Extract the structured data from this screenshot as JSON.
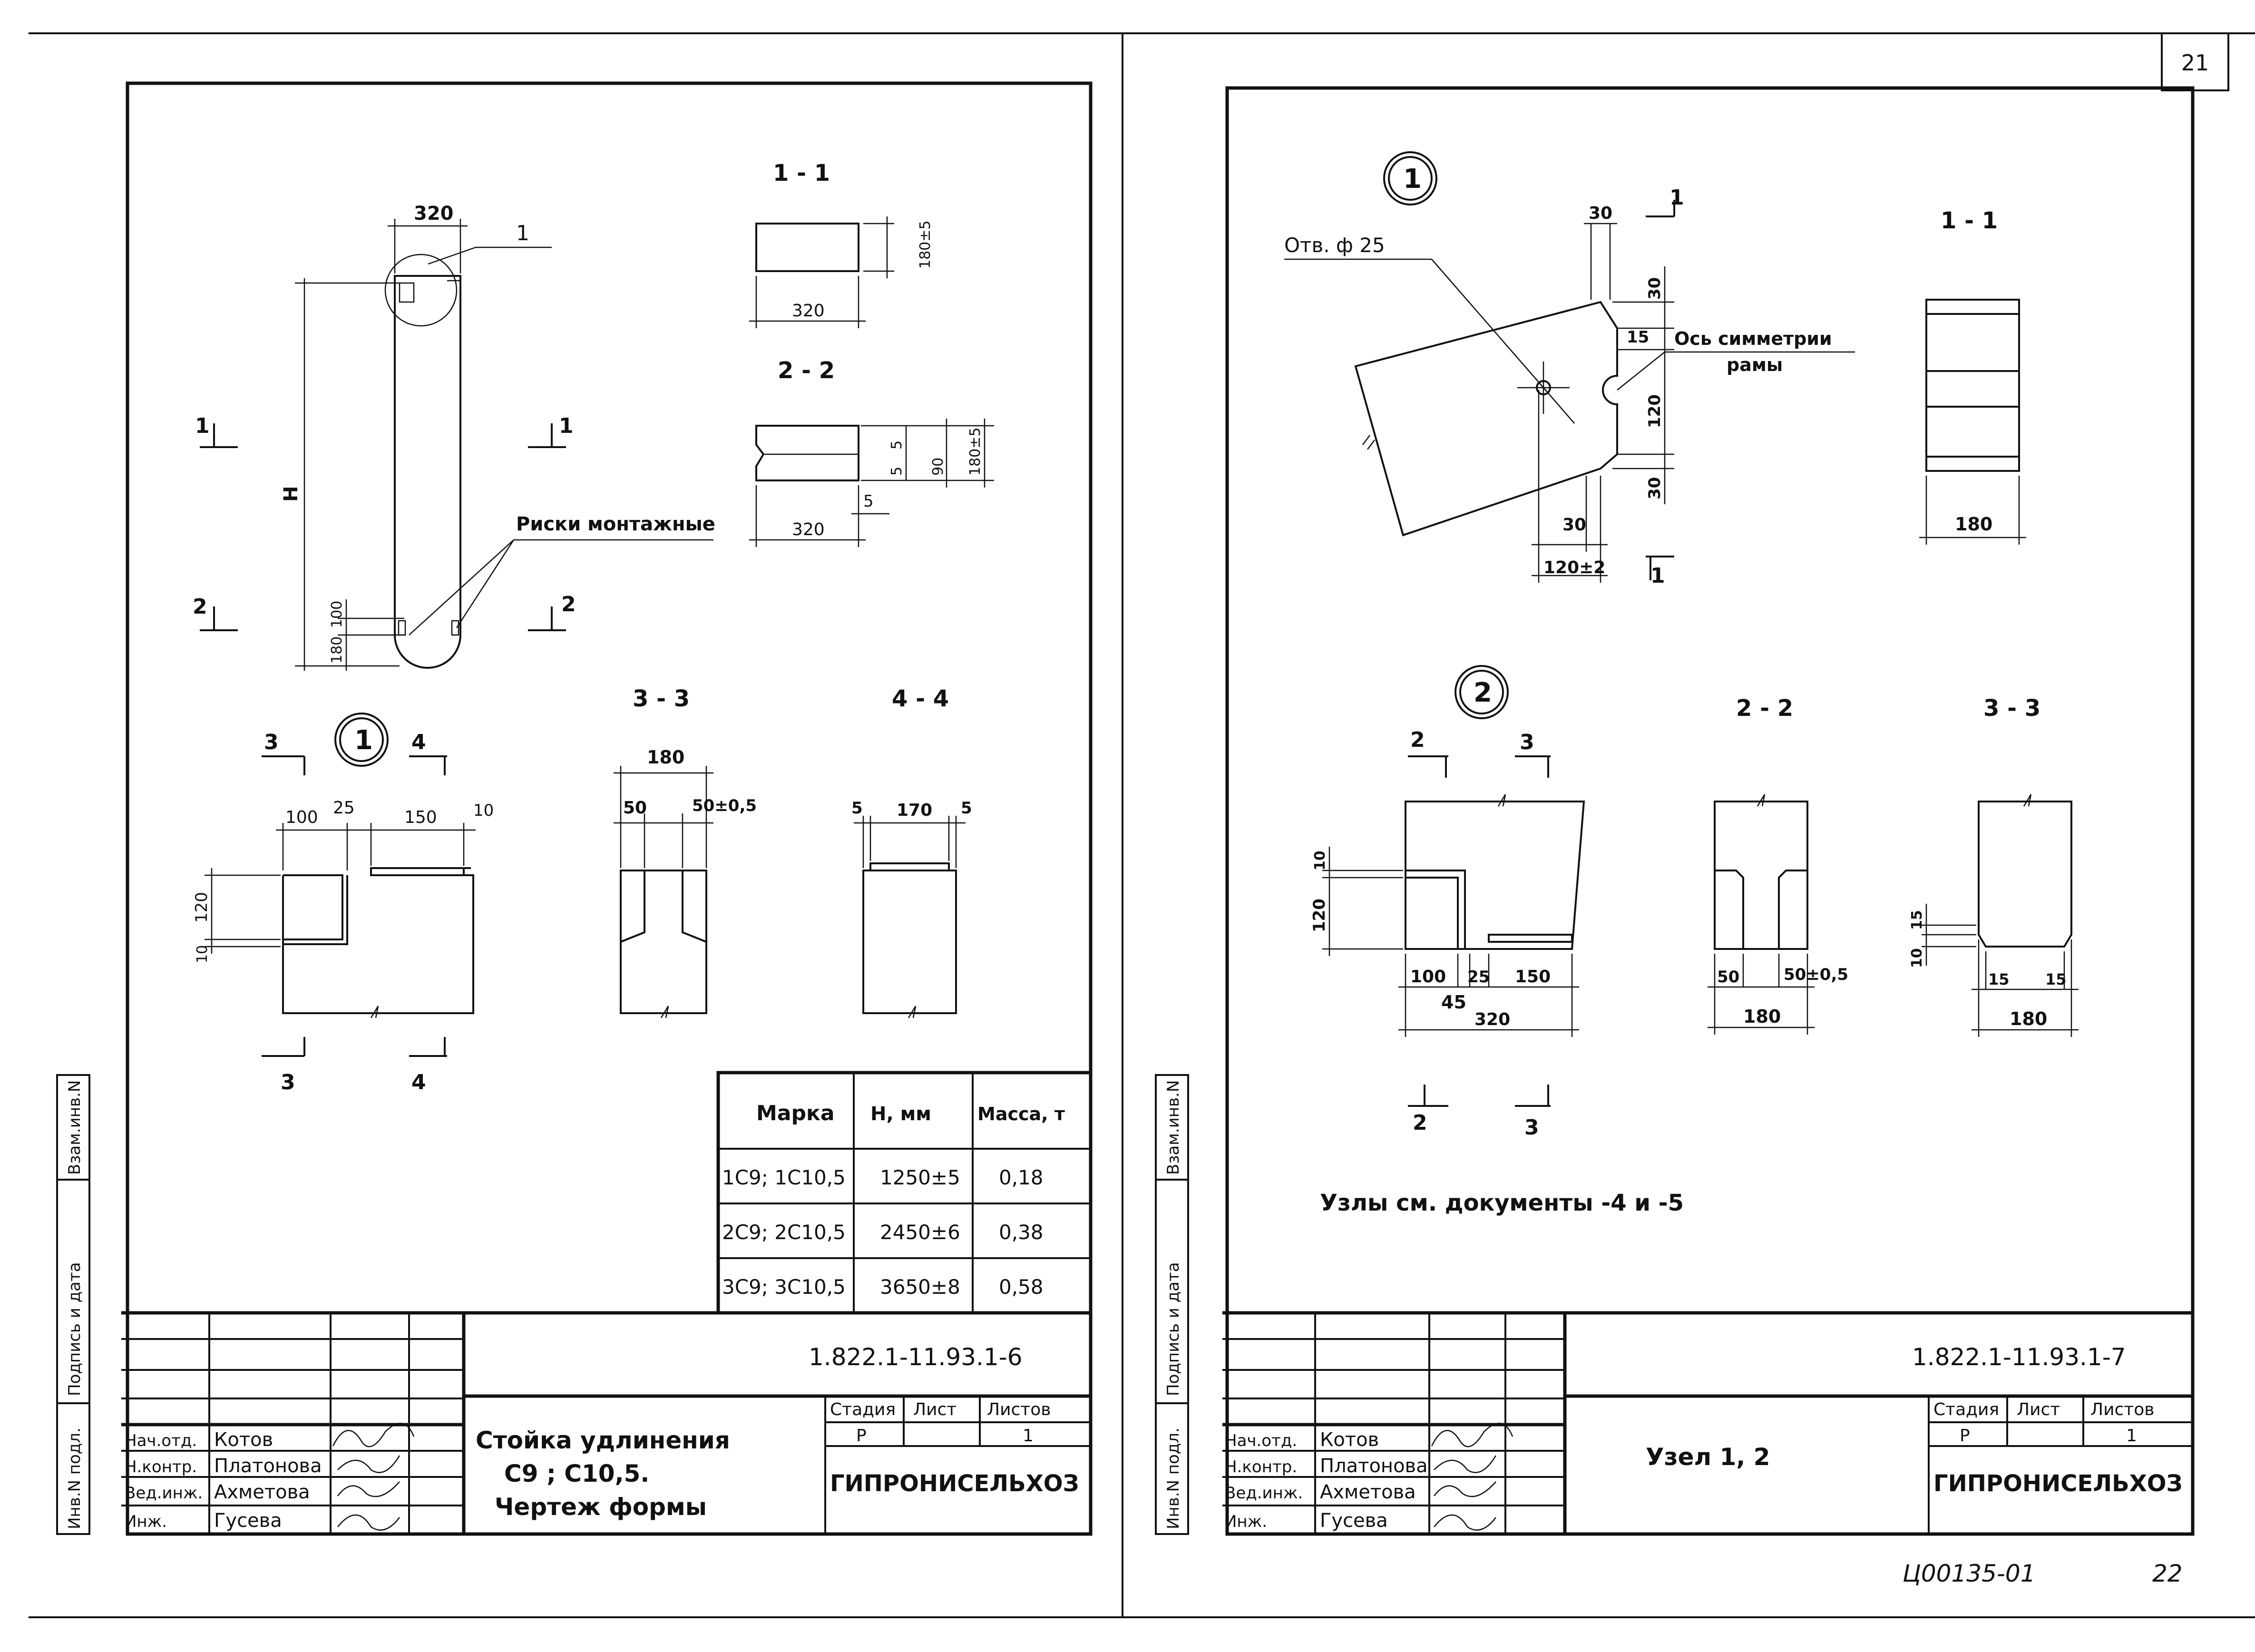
{
  "page_corner_number": "21",
  "page_bottom_number": "22",
  "archive_code": "Ц00135-01",
  "left_sheet": {
    "doc_number": "1.822.1-11.93.1-6",
    "title_lines": [
      "Стойка удлинения",
      "С9 ; С10,5.",
      "Чертеж формы"
    ],
    "org": "ГИПРОНИСЕЛЬХОЗ",
    "stage_head": "Стадия",
    "sheet_head": "Лист",
    "sheets_head": "Листов",
    "stage": "Р",
    "sheet": "",
    "sheets": "1",
    "side_labels": [
      "Инв.N подл.",
      "Подпись и дата",
      "Взам.инв.N"
    ],
    "signatures": [
      {
        "role": "Нач.отд.",
        "name": "Котов"
      },
      {
        "role": "Н.контр.",
        "name": "Платонова"
      },
      {
        "role": "Вед.инж.",
        "name": "Ахметова"
      },
      {
        "role": "Инж.",
        "name": "Гусева"
      }
    ],
    "labels": {
      "dim_320": "320",
      "leader_1": "1",
      "dim_H": "H",
      "risk_label": "Риски монтажные",
      "dim_100": "100",
      "dim_180": "180",
      "cut1": "1",
      "cut2": "2",
      "sec11": "1 - 1",
      "sec22": "2 - 2",
      "sec33": "3 - 3",
      "sec44": "4 - 4",
      "node": "1",
      "cut3": "3",
      "cut4": "4",
      "d320": "320",
      "d180_5": "180±5",
      "d5": "5",
      "d90": "90",
      "d100": "100",
      "d25": "25",
      "d150": "150",
      "d10": "10",
      "d120": "120",
      "d180": "180",
      "d50": "50",
      "d50_05": "50±0,5",
      "d170": "170"
    },
    "table": {
      "headers": [
        "Марка",
        "Н, мм",
        "Масса, т"
      ],
      "rows": [
        [
          "1С9; 1С10,5",
          "1250±5",
          "0,18"
        ],
        [
          "2С9; 2С10,5",
          "2450±6",
          "0,38"
        ],
        [
          "3С9; 3С10,5",
          "3650±8",
          "0,58"
        ]
      ]
    }
  },
  "right_sheet": {
    "doc_number": "1.822.1-11.93.1-7",
    "title_lines": [
      "Узел 1, 2"
    ],
    "org": "ГИПРОНИСЕЛЬХОЗ",
    "stage_head": "Стадия",
    "sheet_head": "Лист",
    "sheets_head": "Листов",
    "stage": "Р",
    "sheet": "",
    "sheets": "1",
    "side_labels": [
      "Инв.N подл.",
      "Подпись и дата",
      "Взам.инв.N"
    ],
    "signatures": [
      {
        "role": "Нач.отд.",
        "name": "Котов"
      },
      {
        "role": "Н.контр.",
        "name": "Платонова"
      },
      {
        "role": "Вед.инж.",
        "name": "Ахметова"
      },
      {
        "role": "Инж.",
        "name": "Гусева"
      }
    ],
    "labels": {
      "node1": "1",
      "node2": "2",
      "hole": "Отв. ф 25",
      "axis": "Ось симметрии",
      "axis2": "рамы",
      "d30": "30",
      "d15": "15",
      "d120": "120",
      "d120_2": "120±2",
      "sec11": "1 - 1",
      "sec22": "2 - 2",
      "sec33": "3 - 3",
      "cut1": "1",
      "cut2": "2",
      "cut3": "3",
      "d180": "180",
      "d10": "10",
      "d100": "100",
      "d25": "25",
      "d150": "150",
      "d45": "45",
      "d320": "320",
      "d50": "50",
      "d50_05": "50±0,5",
      "note": "Узлы см. документы -4 и -5"
    }
  }
}
